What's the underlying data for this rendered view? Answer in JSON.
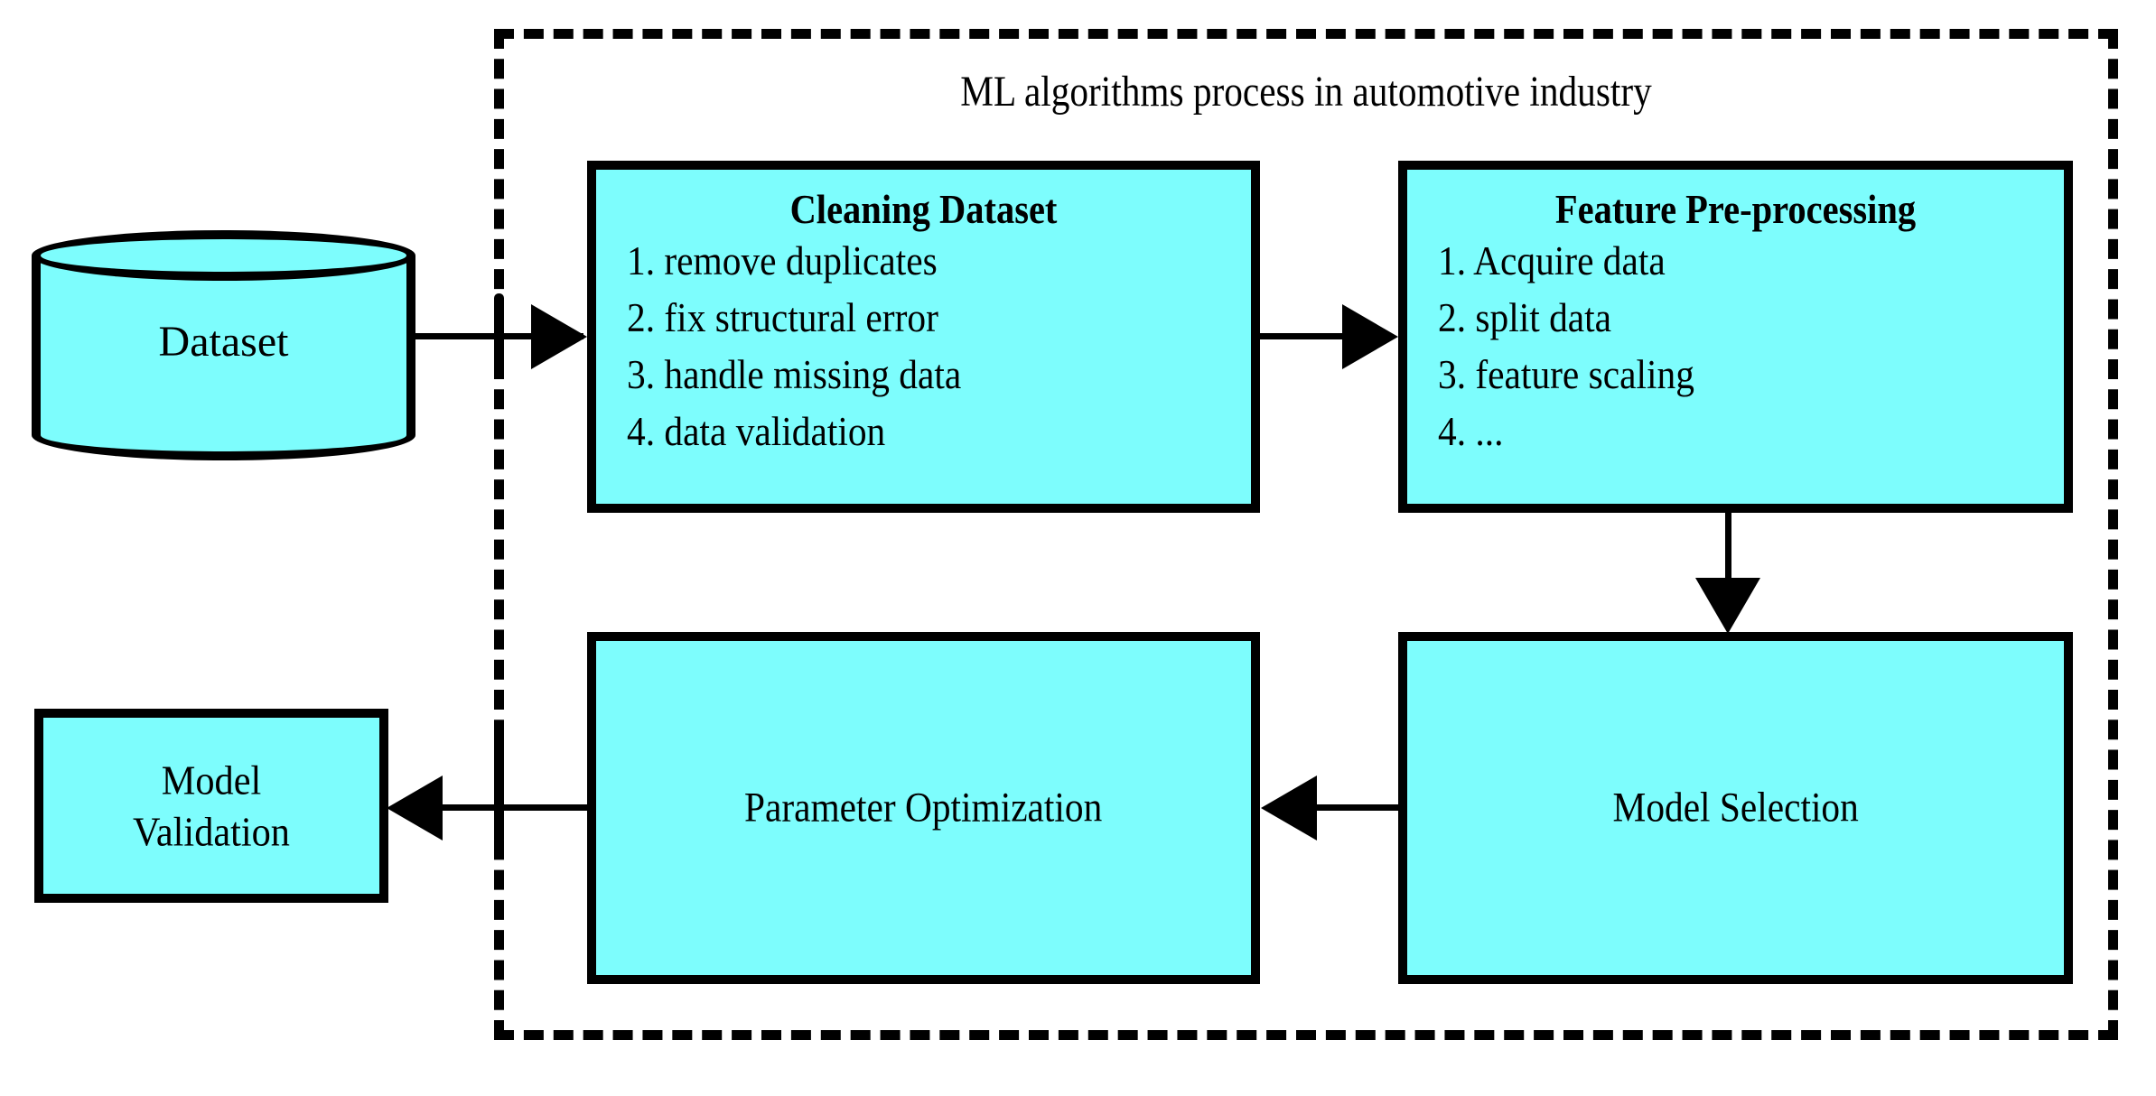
{
  "diagram": {
    "title": "ML algorithms process in automotive industry",
    "nodes": {
      "dataset": {
        "label": "Dataset"
      },
      "cleaning": {
        "title": "Cleaning Dataset",
        "items": [
          "1. remove duplicates",
          "2. fix structural error",
          "3. handle missing data",
          "4. data validation"
        ]
      },
      "feature": {
        "title": "Feature Pre-processing",
        "items": [
          "1. Acquire data",
          "2. split data",
          "3. feature scaling",
          "4. ..."
        ]
      },
      "model_selection": {
        "label": "Model Selection"
      },
      "parameter_optimization": {
        "label": "Parameter Optimization"
      },
      "model_validation": {
        "line1": "Model",
        "line2": "Validation"
      }
    },
    "edges": [
      {
        "from": "dataset",
        "to": "cleaning",
        "direction": "right"
      },
      {
        "from": "cleaning",
        "to": "feature",
        "direction": "right"
      },
      {
        "from": "feature",
        "to": "model_selection",
        "direction": "down"
      },
      {
        "from": "model_selection",
        "to": "parameter_optimization",
        "direction": "left"
      },
      {
        "from": "parameter_optimization",
        "to": "model_validation",
        "direction": "left"
      }
    ],
    "colors": {
      "node_fill": "#7dfdfd",
      "stroke": "#000000",
      "background": "#ffffff"
    }
  }
}
